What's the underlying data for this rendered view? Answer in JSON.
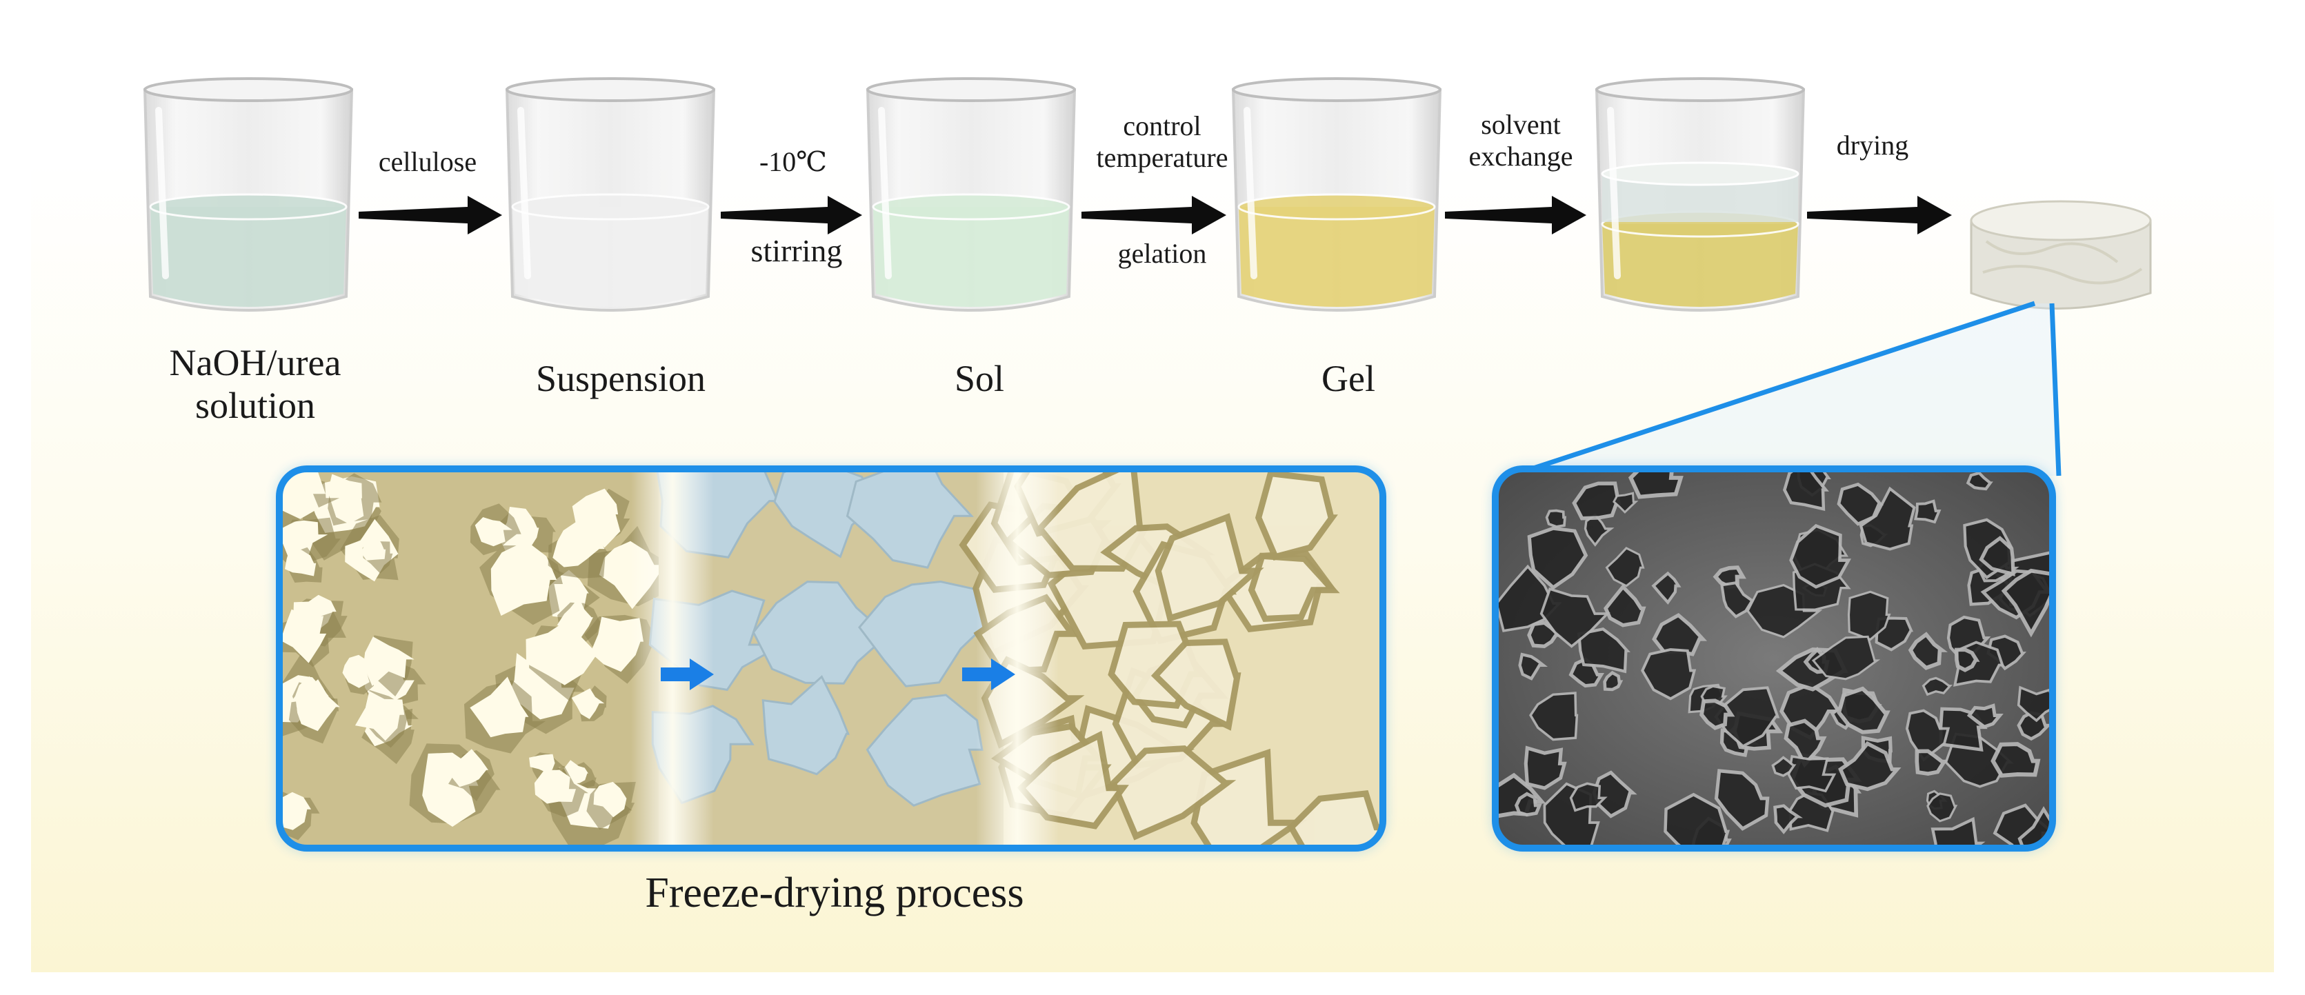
{
  "stages": [
    {
      "id": "naoh",
      "label_line1": "NaOH/urea",
      "label_line2": "solution",
      "liquid_color": "#c9ddd4"
    },
    {
      "id": "suspension",
      "label_line1": "Suspension",
      "label_line2": "",
      "liquid_color": "#efefef"
    },
    {
      "id": "sol",
      "label_line1": "Sol",
      "label_line2": "",
      "liquid_color": "#d6ecd8"
    },
    {
      "id": "gel",
      "label_line1": "Gel",
      "label_line2": "",
      "liquid_color": "#e5d37a"
    },
    {
      "id": "exchanged",
      "label_line1": "",
      "label_line2": "",
      "liquid_color": "#dccd72"
    }
  ],
  "arrows": [
    {
      "above": "cellulose",
      "above2": "",
      "below": ""
    },
    {
      "above": "-10℃",
      "above2": "",
      "below": "stirring"
    },
    {
      "above": "control",
      "above2": "temperature",
      "below": "gelation"
    },
    {
      "above": "solvent",
      "above2": "exchange",
      "below": ""
    },
    {
      "above": "drying",
      "above2": "",
      "below": ""
    }
  ],
  "caption": "Freeze-drying process",
  "colors": {
    "frame_blue": "#1e8fe8",
    "transition_arrow": "#1a7fe6",
    "pore_material": "#cfc397",
    "ice": "#bcd3df",
    "sem_gray": "#6b6b6b",
    "background_bottom": "#fbf6d8"
  }
}
